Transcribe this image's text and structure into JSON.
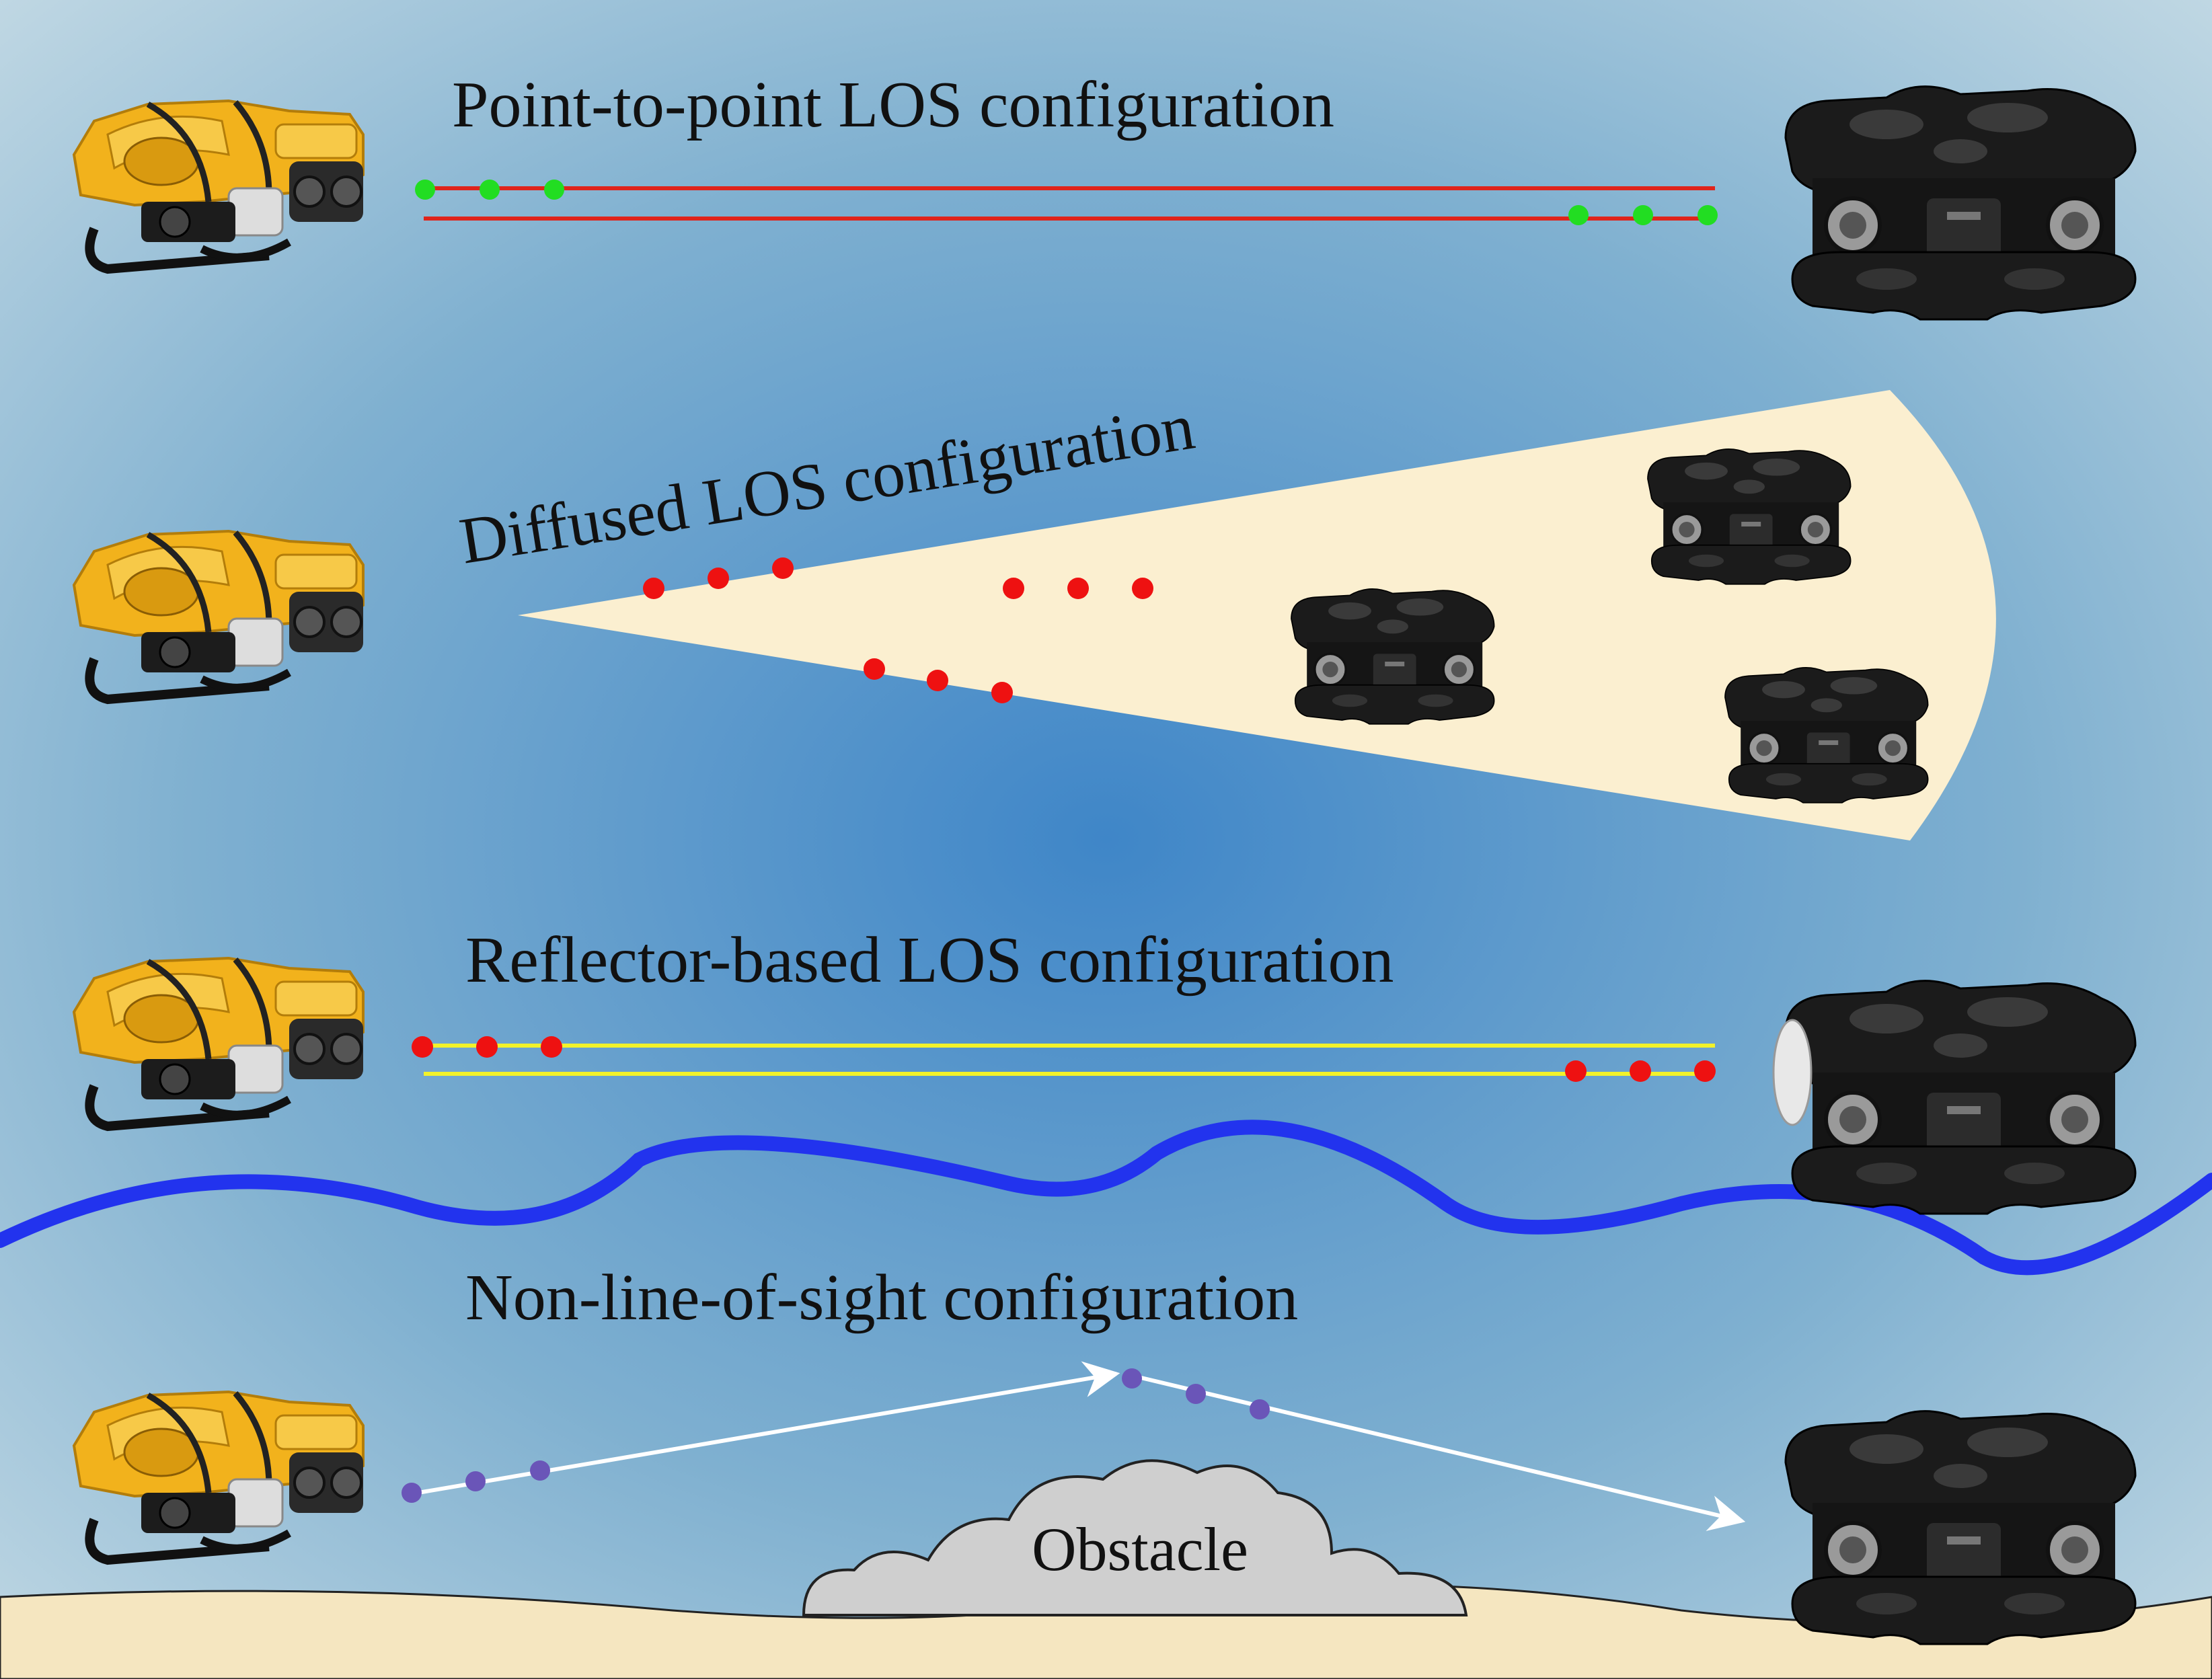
{
  "labels": {
    "p2p": "Point-to-point LOS configuration",
    "diffused": "Diffused LOS configuration",
    "reflector": "Reflector-based LOS configuration",
    "nlos": "Non-line-of-sight configuration",
    "obstacle": "Obstacle"
  },
  "colors": {
    "water_center": "#3f86c8",
    "water_edge": "#c9dde6",
    "seabed": "#f5e6c0",
    "beam": "#fbefd0",
    "p2p_line": "#e0241b",
    "p2p_dot": "#22dd22",
    "red_dot": "#ee1111",
    "reflector_line": "#f2f22a",
    "surface_wave": "#2233ee",
    "nlos_line": "#ffffff",
    "nlos_dot": "#6a55b8",
    "rov_yellow": "#f2b21c",
    "auv_black": "#1b1b1b",
    "obstacle_fill": "#cfcfcf"
  },
  "icons": {
    "transmitter": "yellow-rov-icon",
    "receiver": "black-auv-icon"
  }
}
